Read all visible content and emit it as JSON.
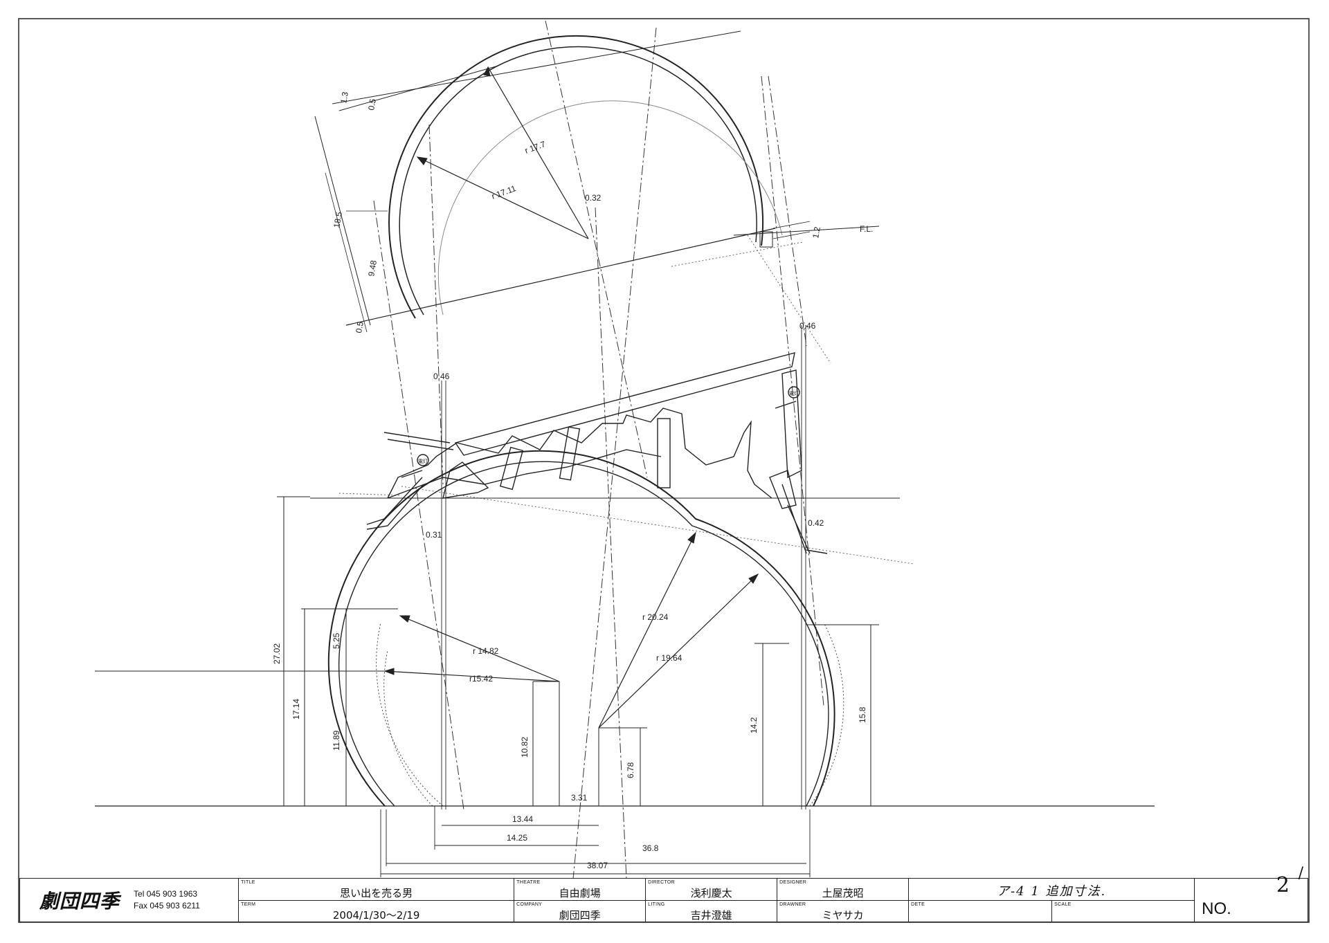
{
  "drawing": {
    "fl_label": "F.L.",
    "radius_labels": [
      "r 17.7",
      "r 17.11",
      "r 14.82",
      "r15.42",
      "r 20.24",
      "r 19.64"
    ],
    "dimension_labels": [
      "1.3",
      "0.5",
      "0.5",
      "18.5",
      "9.48",
      "0.32",
      "1.2",
      "0.46",
      "0.46",
      "0.31",
      "0.42",
      "27.02",
      "17.14",
      "11.89",
      "5.25",
      "10.82",
      "3.31",
      "6.78",
      "14.2",
      "15.8",
      "13.44",
      "14.25",
      "36.8",
      "38.07"
    ],
    "marker_labels": [
      "電灯",
      "電灯"
    ]
  },
  "titleblock": {
    "logo": "劇団四季",
    "tel": "Tel 045 903 1963",
    "fax": "Fax 045 903 6211",
    "labels": {
      "title": "TITLE",
      "term": "TERM",
      "theatre": "THEATRE",
      "company": "COMPANY",
      "director": "DIRECTOR",
      "liting": "LITING",
      "designer": "DESIGNER",
      "drawner": "DRAWNER",
      "dete": "DETE",
      "scale": "SCALE",
      "no": "NO."
    },
    "values": {
      "title": "思い出を売る男",
      "term": "2004/1/30〜2/19",
      "theatre": "自由劇場",
      "company": "劇団四季",
      "director": "浅利慶太",
      "liting": "吉井澄雄",
      "designer": "土屋茂昭",
      "drawner": "ミヤサカ",
      "note": "ア-4 1 追加寸法.",
      "dete": "",
      "scale": "",
      "no": "2"
    }
  }
}
